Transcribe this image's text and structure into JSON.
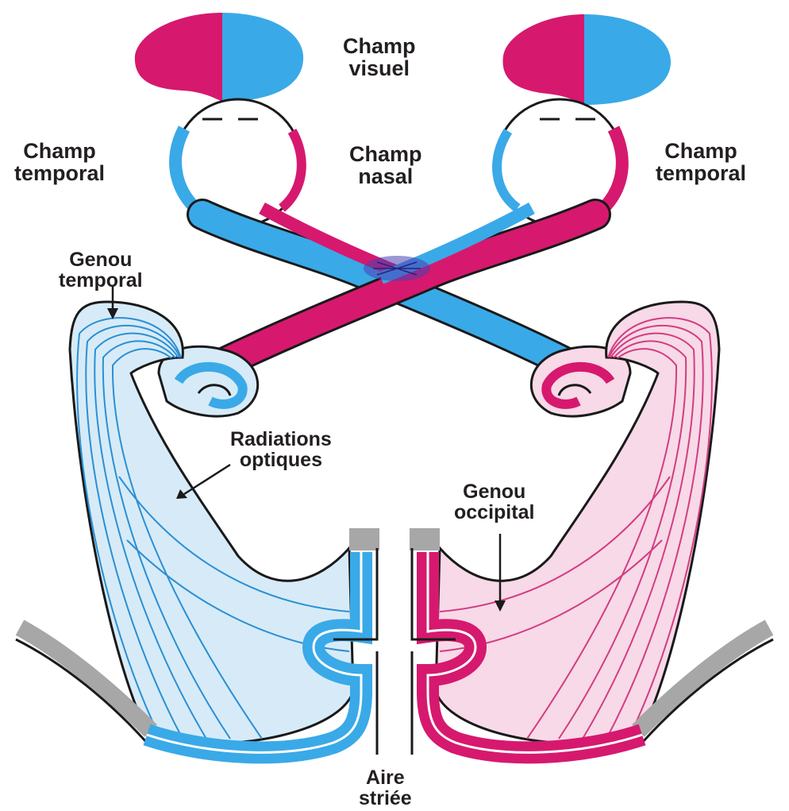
{
  "labels": {
    "champ_visuel": [
      "Champ",
      "visuel"
    ],
    "champ_temporal_left": [
      "Champ",
      "temporal"
    ],
    "champ_nasal": [
      "Champ",
      "nasal"
    ],
    "champ_temporal_right": [
      "Champ",
      "temporal"
    ],
    "genou_temporal": [
      "Genou",
      "temporal"
    ],
    "radiations_optiques": [
      "Radiations",
      "optiques"
    ],
    "genou_occipital": [
      "Genou",
      "occipital"
    ],
    "aire_striee": [
      "Aire",
      "striée"
    ]
  },
  "colors": {
    "blue": "#3aa9e8",
    "blue_light": "#d6ebf7",
    "blue_line": "#2b8fd4",
    "magenta": "#d6196e",
    "pink_light": "#f7d9e7",
    "pink_line": "#d23d82",
    "grey": "#a7a7a7",
    "outline": "#1a1a1a"
  }
}
